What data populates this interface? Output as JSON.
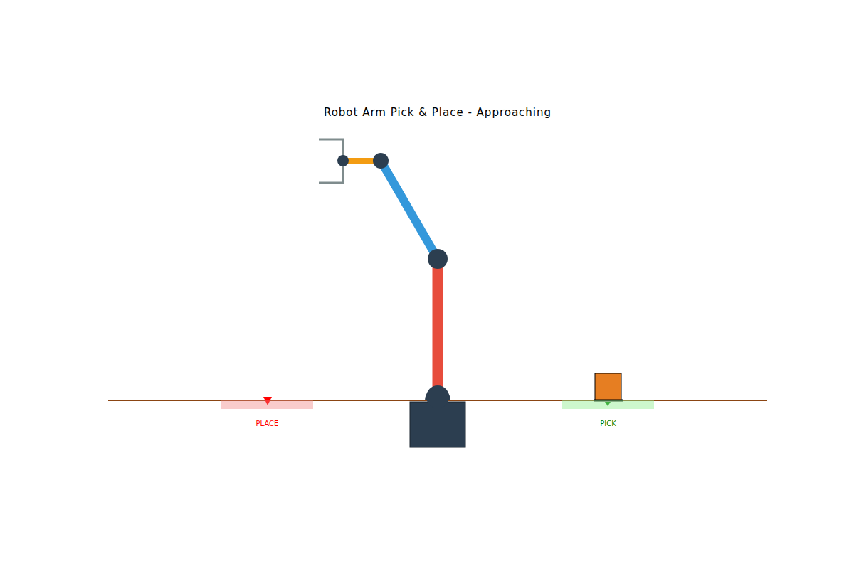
{
  "diagram": {
    "title": "Robot Arm Pick & Place - Approaching",
    "nodes": [
      {
        "text": [
          "PLACE"
        ]
      },
      {
        "text": [
          "PICK"
        ]
      }
    ]
  }
}
